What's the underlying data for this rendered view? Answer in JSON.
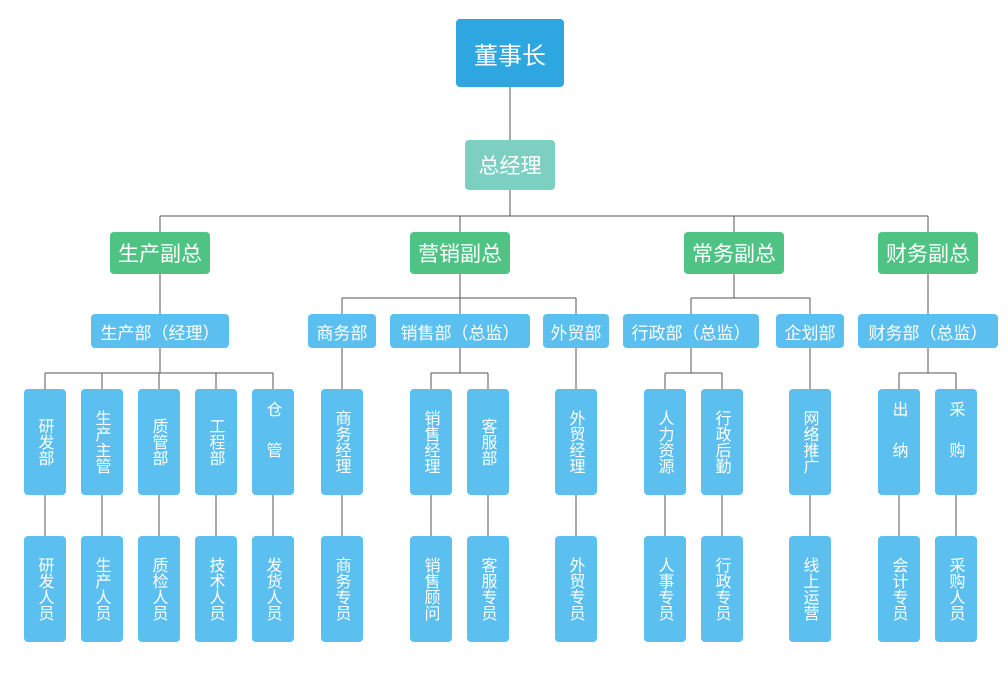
{
  "chairman": "董事长",
  "general_manager": "总经理",
  "vice_presidents": [
    {
      "name": "生产副总",
      "departments": [
        {
          "name": "生产部（经理）",
          "units": [
            {
              "name": "研发部",
              "role": "研发人员"
            },
            {
              "name": "生产主管",
              "role": "生产人员"
            },
            {
              "name": "质管部",
              "role": "质检人员"
            },
            {
              "name": "工程部",
              "role": "技术人员"
            },
            {
              "name": "仓管",
              "role": "发货人员"
            }
          ]
        }
      ]
    },
    {
      "name": "营销副总",
      "departments": [
        {
          "name": "商务部",
          "units": [
            {
              "name": "商务经理",
              "role": "商务专员"
            }
          ]
        },
        {
          "name": "销售部（总监）",
          "units": [
            {
              "name": "销售经理",
              "role": "销售顾问"
            },
            {
              "name": "客服部",
              "role": "客服专员"
            }
          ]
        },
        {
          "name": "外贸部",
          "units": [
            {
              "name": "外贸经理",
              "role": "外贸专员"
            }
          ]
        }
      ]
    },
    {
      "name": "常务副总",
      "departments": [
        {
          "name": "行政部（总监）",
          "units": [
            {
              "name": "人力资源",
              "role": "人事专员"
            },
            {
              "name": "行政后勤",
              "role": "行政专员"
            }
          ]
        },
        {
          "name": "企划部",
          "units": [
            {
              "name": "网络推广",
              "role": "线上运营"
            }
          ]
        }
      ]
    },
    {
      "name": "财务副总",
      "departments": [
        {
          "name": "财务部（总监）",
          "units": [
            {
              "name": "出纳",
              "role": "会计专员"
            },
            {
              "name": "采购",
              "role": "采购人员"
            }
          ]
        }
      ]
    }
  ],
  "colors": {
    "chairman": "#2ea7e0",
    "general_manager": "#7dcfc1",
    "vice_president": "#4fc383",
    "department": "#5bbfef",
    "connector": "#555555"
  }
}
